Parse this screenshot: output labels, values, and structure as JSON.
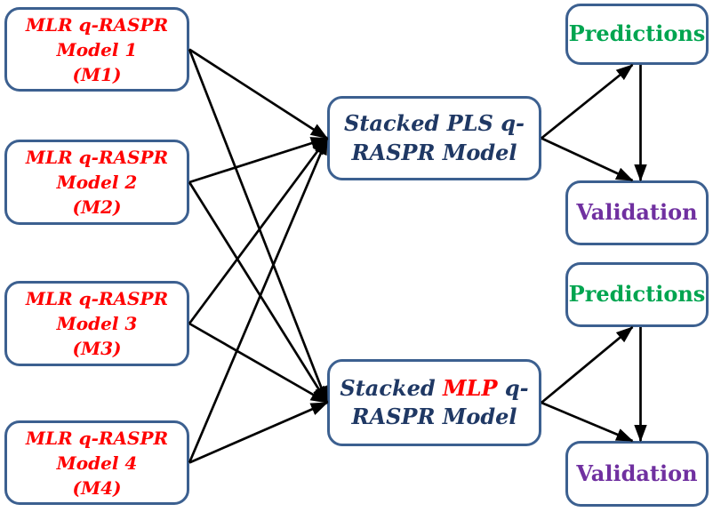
{
  "diagram": {
    "nodes": {
      "m1": {
        "lines": [
          "MLR q-RASPR",
          "Model 1",
          "(M1)"
        ]
      },
      "m2": {
        "lines": [
          "MLR q-RASPR",
          "Model 2",
          "(M2)"
        ]
      },
      "m3": {
        "lines": [
          "MLR q-RASPR",
          "Model 3",
          "(M3)"
        ]
      },
      "m4": {
        "lines": [
          "MLR q-RASPR",
          "Model 4",
          "(M4)"
        ]
      },
      "pls": {
        "line1": "Stacked PLS q-",
        "line2": "RASPR Model"
      },
      "mlp": {
        "line1_seg1": "Stacked ",
        "line1_seg2": "MLP",
        "line1_seg3": " q-",
        "line2": "RASPR Model"
      },
      "p1": {
        "label": "Predictions"
      },
      "v1": {
        "label": "Validation"
      },
      "p2": {
        "label": "Predictions"
      },
      "v2": {
        "label": "Validation"
      }
    },
    "edges": [
      {
        "from": "m1",
        "to": "pls",
        "fromSide": "right",
        "toSide": "left"
      },
      {
        "from": "m2",
        "to": "pls",
        "fromSide": "right",
        "toSide": "left"
      },
      {
        "from": "m3",
        "to": "pls",
        "fromSide": "right",
        "toSide": "left"
      },
      {
        "from": "m4",
        "to": "pls",
        "fromSide": "right",
        "toSide": "left"
      },
      {
        "from": "m1",
        "to": "mlp",
        "fromSide": "right",
        "toSide": "left"
      },
      {
        "from": "m2",
        "to": "mlp",
        "fromSide": "right",
        "toSide": "left"
      },
      {
        "from": "m3",
        "to": "mlp",
        "fromSide": "right",
        "toSide": "left"
      },
      {
        "from": "m4",
        "to": "mlp",
        "fromSide": "right",
        "toSide": "left"
      },
      {
        "from": "pls",
        "to": "p1",
        "fromSide": "right",
        "toSide": "bottom",
        "toDx": -5
      },
      {
        "from": "pls",
        "to": "v1",
        "fromSide": "right",
        "toSide": "top",
        "toDx": -5
      },
      {
        "from": "p1",
        "to": "v1",
        "fromSide": "bottom",
        "toSide": "top",
        "fromDx": 4,
        "toDx": 4
      },
      {
        "from": "mlp",
        "to": "p2",
        "fromSide": "right",
        "toSide": "bottom",
        "toDx": -5
      },
      {
        "from": "mlp",
        "to": "v2",
        "fromSide": "right",
        "toSide": "top",
        "toDx": -5
      },
      {
        "from": "p2",
        "to": "v2",
        "fromSide": "bottom",
        "toSide": "top",
        "fromDx": 4,
        "toDx": 4
      }
    ],
    "colors": {
      "box_border": "#3c6090",
      "model_text": "#ff0000",
      "stacked_text": "#1f3864",
      "mlp_highlight": "#ff0000",
      "predictions_text": "#00a550",
      "validation_text": "#7030a0",
      "arrow": "#000000",
      "background": "#ffffff"
    }
  }
}
